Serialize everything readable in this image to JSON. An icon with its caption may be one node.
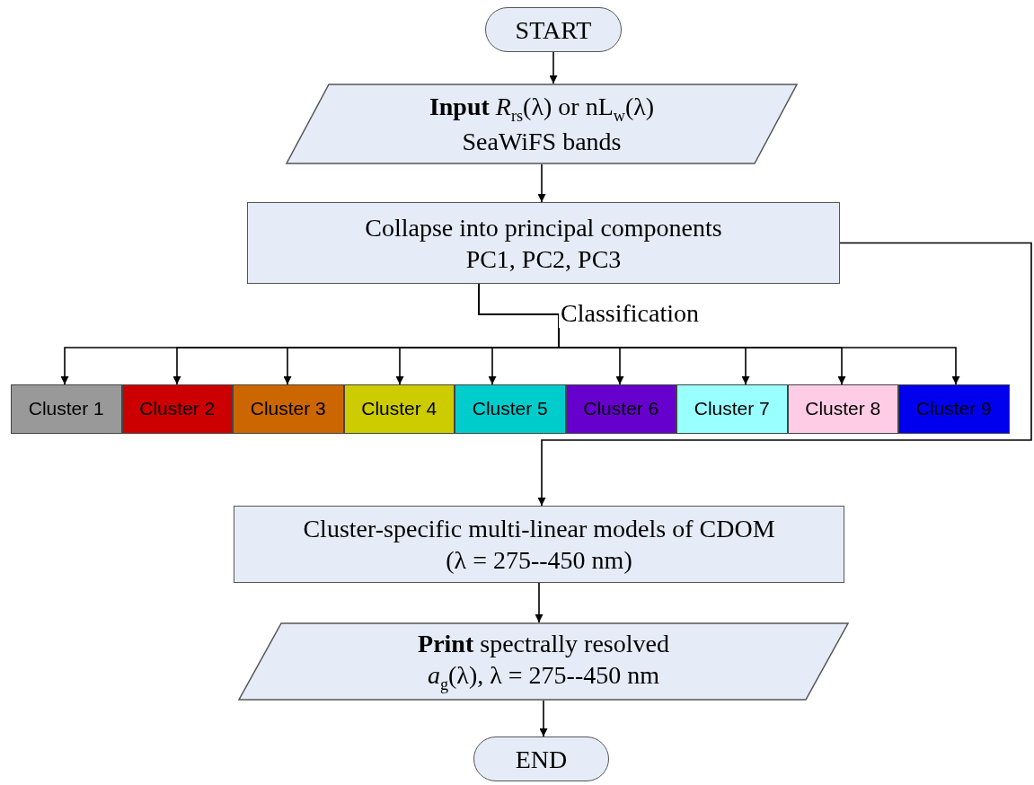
{
  "diagram": {
    "nodes": [
      {
        "text": [
          "START"
        ]
      },
      {
        "text": [
          "**Input** *R*$_{rs}$(λ) or nL$_{w}$(λ)",
          "SeaWiFS bands"
        ]
      },
      {
        "text": [
          "Collapse into principal components",
          "PC1, PC2, PC3"
        ]
      },
      {
        "text": [
          "Cluster 1"
        ]
      },
      {
        "text": [
          "Cluster 2"
        ]
      },
      {
        "text": [
          "Cluster 3"
        ]
      },
      {
        "text": [
          "Cluster 4"
        ]
      },
      {
        "text": [
          "Cluster 5"
        ]
      },
      {
        "text": [
          "Cluster 6"
        ]
      },
      {
        "text": [
          "Cluster 7"
        ]
      },
      {
        "text": [
          "Cluster 8"
        ]
      },
      {
        "text": [
          "Cluster 9"
        ]
      },
      {
        "text": [
          "Cluster-specific multi-linear models of CDOM",
          "(λ = 275--450 nm)"
        ]
      },
      {
        "text": [
          "**Print** spectrally resolved",
          "*a*$_{g}$(λ), λ = 275--450 nm"
        ]
      },
      {
        "text": [
          "END"
        ]
      }
    ],
    "edges": [
      {
        "from": 0,
        "to": 1,
        "arrow": "to"
      },
      {
        "from": 1,
        "to": 2,
        "arrow": "to"
      },
      {
        "from": 2,
        "to": 3,
        "arrow": "to"
      },
      {
        "from": 2,
        "to": 4,
        "arrow": "to"
      },
      {
        "from": 2,
        "to": 5,
        "arrow": "to"
      },
      {
        "from": 2,
        "to": 6,
        "arrow": "to"
      },
      {
        "from": 2,
        "to": 7,
        "arrow": "to"
      },
      {
        "from": 2,
        "to": 8,
        "arrow": "to"
      },
      {
        "from": 2,
        "to": 9,
        "arrow": "to"
      },
      {
        "from": 2,
        "to": 10,
        "arrow": "to"
      },
      {
        "from": 2,
        "to": 11,
        "arrow": "to"
      },
      {
        "from": 2,
        "to": 12,
        "arrow": "to"
      },
      {
        "from": 12,
        "to": 13,
        "arrow": "to"
      },
      {
        "from": 13,
        "to": 14,
        "arrow": "to"
      }
    ],
    "labels": [
      "Classification"
    ]
  }
}
